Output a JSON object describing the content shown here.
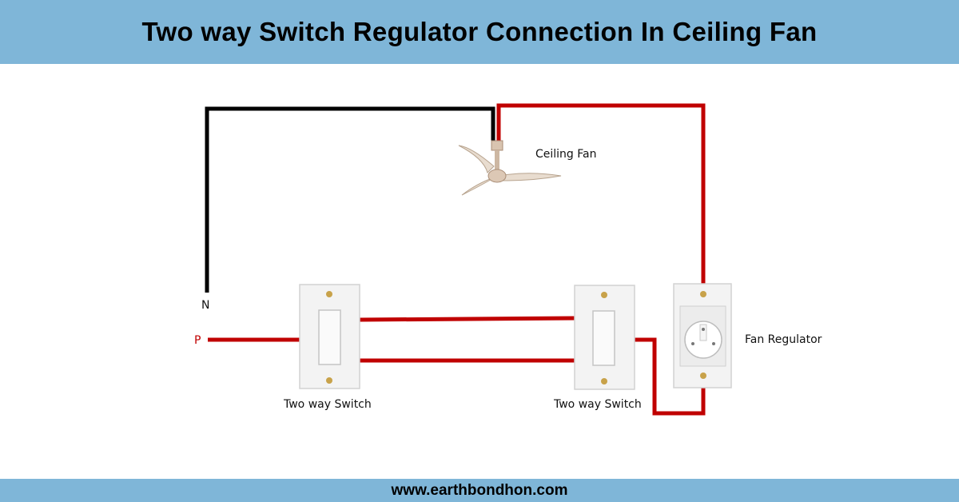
{
  "header": {
    "title": "Two way Switch Regulator Connection In Ceiling Fan"
  },
  "labels": {
    "neutral": "N",
    "phase": "P",
    "fan": "Ceiling Fan",
    "switch1": "Two way Switch",
    "switch2": "Two way Switch",
    "regulator": "Fan Regulator"
  },
  "footer": {
    "website": "www.earthbondhon.com"
  },
  "colors": {
    "banner": "#7fb6d8",
    "phase_wire": "#c00000",
    "neutral_wire": "#000000"
  }
}
